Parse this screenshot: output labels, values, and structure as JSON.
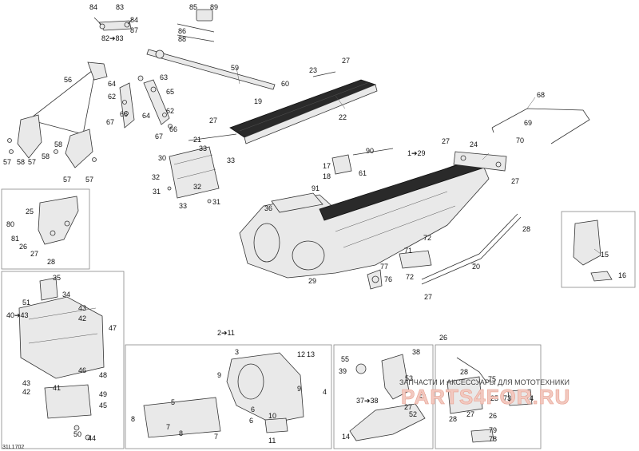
{
  "diagram_code": "31L1702",
  "watermark": {
    "line1": "ЗАПЧАСТИ И АКСЕССУАРЫ ДЛЯ МОТОТЕХНИКИ",
    "line2": "PARTS4FOR.RU"
  },
  "callouts": [
    {
      "id": "c84a",
      "text": "84"
    },
    {
      "id": "c83a",
      "text": "83"
    },
    {
      "id": "c84b",
      "text": "84"
    },
    {
      "id": "c87",
      "text": "87"
    },
    {
      "id": "c82",
      "text": "82➔83"
    },
    {
      "id": "c85",
      "text": "85"
    },
    {
      "id": "c89",
      "text": "89"
    },
    {
      "id": "c86",
      "text": "86"
    },
    {
      "id": "c88",
      "text": "88"
    },
    {
      "id": "c56",
      "text": "56"
    },
    {
      "id": "c64a",
      "text": "64"
    },
    {
      "id": "c63",
      "text": "63"
    },
    {
      "id": "c62a",
      "text": "62"
    },
    {
      "id": "c65",
      "text": "65"
    },
    {
      "id": "c62b",
      "text": "62"
    },
    {
      "id": "c66a",
      "text": "66"
    },
    {
      "id": "c67a",
      "text": "67"
    },
    {
      "id": "c64b",
      "text": "64"
    },
    {
      "id": "c66b",
      "text": "66"
    },
    {
      "id": "c67b",
      "text": "67"
    },
    {
      "id": "c59",
      "text": "59"
    },
    {
      "id": "c60",
      "text": "60"
    },
    {
      "id": "c19",
      "text": "19"
    },
    {
      "id": "c23",
      "text": "23"
    },
    {
      "id": "c27a",
      "text": "27"
    },
    {
      "id": "c22",
      "text": "22"
    },
    {
      "id": "c27b",
      "text": "27"
    },
    {
      "id": "c21",
      "text": "21"
    },
    {
      "id": "c33a",
      "text": "33"
    },
    {
      "id": "c30",
      "text": "30"
    },
    {
      "id": "c33b",
      "text": "33"
    },
    {
      "id": "c32a",
      "text": "32"
    },
    {
      "id": "c31a",
      "text": "31"
    },
    {
      "id": "c32b",
      "text": "32"
    },
    {
      "id": "c33c",
      "text": "33"
    },
    {
      "id": "c31b",
      "text": "31"
    },
    {
      "id": "c57a",
      "text": "57"
    },
    {
      "id": "c58a",
      "text": "58"
    },
    {
      "id": "c57b",
      "text": "57"
    },
    {
      "id": "c58b",
      "text": "58"
    },
    {
      "id": "c58c",
      "text": "58"
    },
    {
      "id": "c57c",
      "text": "57"
    },
    {
      "id": "c57d",
      "text": "57"
    },
    {
      "id": "c68",
      "text": "68"
    },
    {
      "id": "c69",
      "text": "69"
    },
    {
      "id": "c70",
      "text": "70"
    },
    {
      "id": "c27c",
      "text": "27"
    },
    {
      "id": "c24",
      "text": "24"
    },
    {
      "id": "c27d",
      "text": "27"
    },
    {
      "id": "c90",
      "text": "90"
    },
    {
      "id": "c1",
      "text": "1➔29"
    },
    {
      "id": "c17",
      "text": "17"
    },
    {
      "id": "c18",
      "text": "18"
    },
    {
      "id": "c61",
      "text": "61"
    },
    {
      "id": "c91",
      "text": "91"
    },
    {
      "id": "c36",
      "text": "36"
    },
    {
      "id": "c28a",
      "text": "28"
    },
    {
      "id": "c72a",
      "text": "72"
    },
    {
      "id": "c71",
      "text": "71"
    },
    {
      "id": "c77",
      "text": "77"
    },
    {
      "id": "c76",
      "text": "76"
    },
    {
      "id": "c72b",
      "text": "72"
    },
    {
      "id": "c20",
      "text": "20"
    },
    {
      "id": "c29",
      "text": "29"
    },
    {
      "id": "c27e",
      "text": "27"
    },
    {
      "id": "c15",
      "text": "15"
    },
    {
      "id": "c16",
      "text": "16"
    },
    {
      "id": "c25a",
      "text": "25"
    },
    {
      "id": "c80",
      "text": "80"
    },
    {
      "id": "c81",
      "text": "81"
    },
    {
      "id": "c26a",
      "text": "26"
    },
    {
      "id": "c27f",
      "text": "27"
    },
    {
      "id": "c28b",
      "text": "28"
    },
    {
      "id": "c35",
      "text": "35"
    },
    {
      "id": "c34",
      "text": "34"
    },
    {
      "id": "c51",
      "text": "51"
    },
    {
      "id": "c40",
      "text": "40➔43"
    },
    {
      "id": "c43a",
      "text": "43"
    },
    {
      "id": "c42a",
      "text": "42"
    },
    {
      "id": "c47",
      "text": "47"
    },
    {
      "id": "c46",
      "text": "46"
    },
    {
      "id": "c48",
      "text": "48"
    },
    {
      "id": "c43b",
      "text": "43"
    },
    {
      "id": "c42b",
      "text": "42"
    },
    {
      "id": "c41",
      "text": "41"
    },
    {
      "id": "c49",
      "text": "49"
    },
    {
      "id": "c45",
      "text": "45"
    },
    {
      "id": "c50",
      "text": "50"
    },
    {
      "id": "c44",
      "text": "44"
    },
    {
      "id": "c2",
      "text": "2➔11"
    },
    {
      "id": "c3",
      "text": "3"
    },
    {
      "id": "c12",
      "text": "12"
    },
    {
      "id": "c13",
      "text": "13"
    },
    {
      "id": "c9a",
      "text": "9"
    },
    {
      "id": "c9b",
      "text": "9"
    },
    {
      "id": "c4",
      "text": "4"
    },
    {
      "id": "c5",
      "text": "5"
    },
    {
      "id": "c8a",
      "text": "8"
    },
    {
      "id": "c7a",
      "text": "7"
    },
    {
      "id": "c8b",
      "text": "8"
    },
    {
      "id": "c7b",
      "text": "7"
    },
    {
      "id": "c6a",
      "text": "6"
    },
    {
      "id": "c10",
      "text": "10"
    },
    {
      "id": "c6b",
      "text": "6"
    },
    {
      "id": "c11",
      "text": "11"
    },
    {
      "id": "c55",
      "text": "55"
    },
    {
      "id": "c38a",
      "text": "38"
    },
    {
      "id": "c39",
      "text": "39"
    },
    {
      "id": "c53",
      "text": "53"
    },
    {
      "id": "c37",
      "text": "37➔38"
    },
    {
      "id": "c54",
      "text": "54"
    },
    {
      "id": "c52",
      "text": "52"
    },
    {
      "id": "c27g",
      "text": "27"
    },
    {
      "id": "c14",
      "text": "14"
    },
    {
      "id": "c26b",
      "text": "26"
    },
    {
      "id": "c28c",
      "text": "28"
    },
    {
      "id": "c75",
      "text": "75"
    },
    {
      "id": "c25b",
      "text": "25"
    },
    {
      "id": "c73",
      "text": "73"
    },
    {
      "id": "c74",
      "text": "74"
    },
    {
      "id": "c28d",
      "text": "28"
    },
    {
      "id": "c27h",
      "text": "27"
    },
    {
      "id": "c26c",
      "text": "26"
    },
    {
      "id": "c79",
      "text": "79"
    },
    {
      "id": "c78",
      "text": "78"
    }
  ]
}
